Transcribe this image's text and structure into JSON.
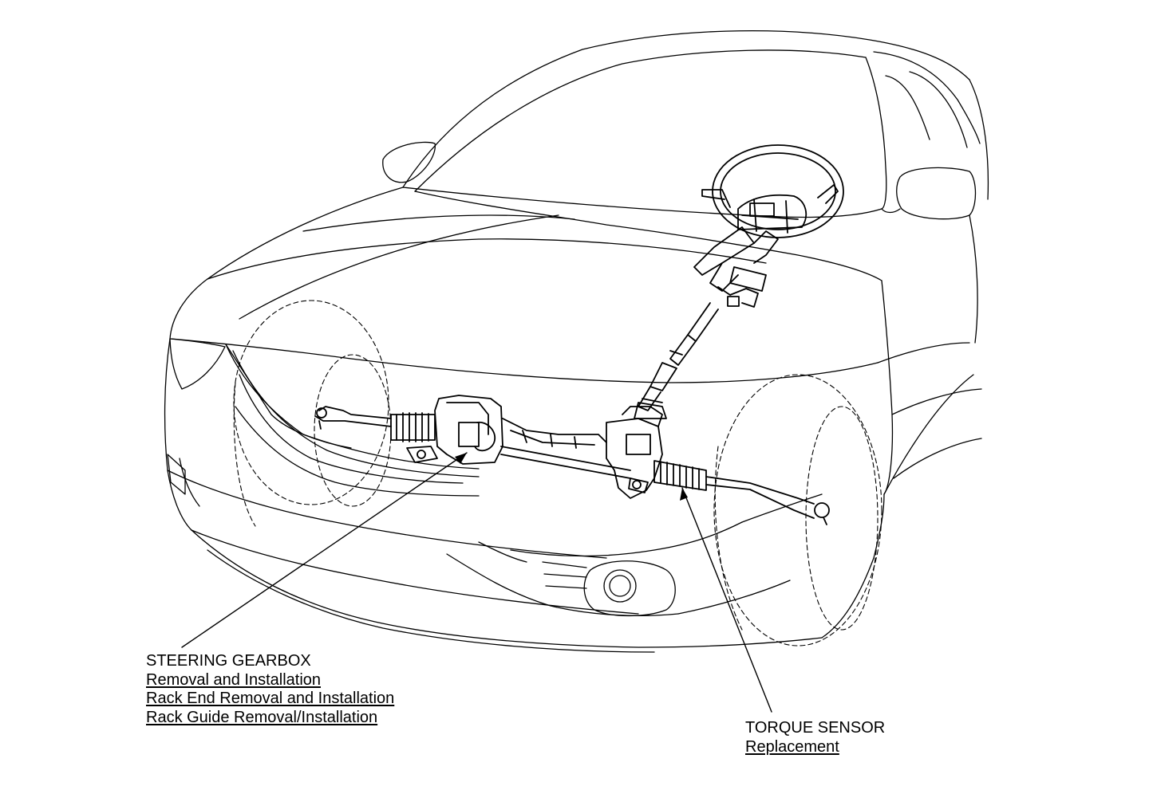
{
  "callouts": {
    "steering_gearbox": {
      "title": "STEERING GEARBOX",
      "links": [
        "Removal and Installation",
        "Rack End Removal and Installation",
        "Rack Guide Removal/Installation"
      ]
    },
    "torque_sensor": {
      "title": "TORQUE SENSOR",
      "links": [
        "Replacement"
      ]
    }
  }
}
